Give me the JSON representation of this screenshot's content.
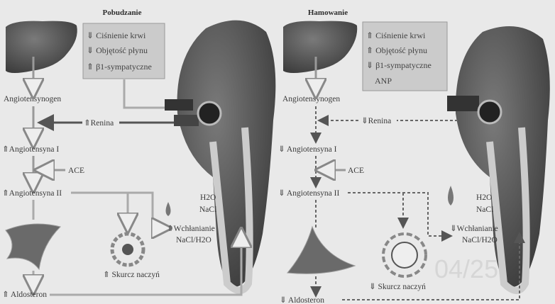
{
  "stimulation": {
    "title": "Pobudzanie",
    "box": [
      {
        "dir": "down",
        "label": "Ciśnienie krwi"
      },
      {
        "dir": "down",
        "label": "Objętość płynu"
      },
      {
        "dir": "up",
        "label": "β1-sympatyczne"
      }
    ],
    "angiotensinogen": "Angiotensynogen",
    "renin": {
      "dir": "up",
      "label": "Renina"
    },
    "angiotensin1": {
      "dir": "up",
      "label": "Angiotensyna I"
    },
    "ace": "ACE",
    "angiotensin2": {
      "dir": "up",
      "label": "Angiotensyna II"
    },
    "absorption": {
      "dir": "up",
      "label": "Wchłanianie",
      "sub": "NaCl/H2O"
    },
    "h2o": "H2O",
    "nacl": "NaCl",
    "vasoconstriction": {
      "dir": "up",
      "label": "Skurcz naczyń"
    },
    "aldosterone": {
      "dir": "up",
      "label": "Aldosteron"
    }
  },
  "inhibition": {
    "title": "Hamowanie",
    "box": [
      {
        "dir": "up",
        "label": "Ciśnienie krwi"
      },
      {
        "dir": "up",
        "label": "Objętość płynu"
      },
      {
        "dir": "down",
        "label": "β1-sympatyczne"
      },
      {
        "dir": "",
        "label": "ANP"
      }
    ],
    "angiotensinogen": "Angiotensynogen",
    "renin": {
      "dir": "down",
      "label": "Renina"
    },
    "angiotensin1": {
      "dir": "down",
      "label": "Angiotensyna I"
    },
    "ace": "ACE",
    "angiotensin2": {
      "dir": "down",
      "label": "Angiotensyna II"
    },
    "absorption": {
      "dir": "down",
      "label": "Wchłanianie",
      "sub": "NaCl/H2O"
    },
    "h2o": "H2O",
    "nacl": "NaCl",
    "vasoconstriction": {
      "dir": "down",
      "label": "Skurcz naczyń"
    },
    "aldosterone": {
      "dir": "down",
      "label": "Aldosteron"
    }
  },
  "watermark": "04/25",
  "colors": {
    "background": "#e9e9e9",
    "organ": "#5a5a5a",
    "box": "#c9c9c9",
    "text": "#3a3a3a"
  }
}
